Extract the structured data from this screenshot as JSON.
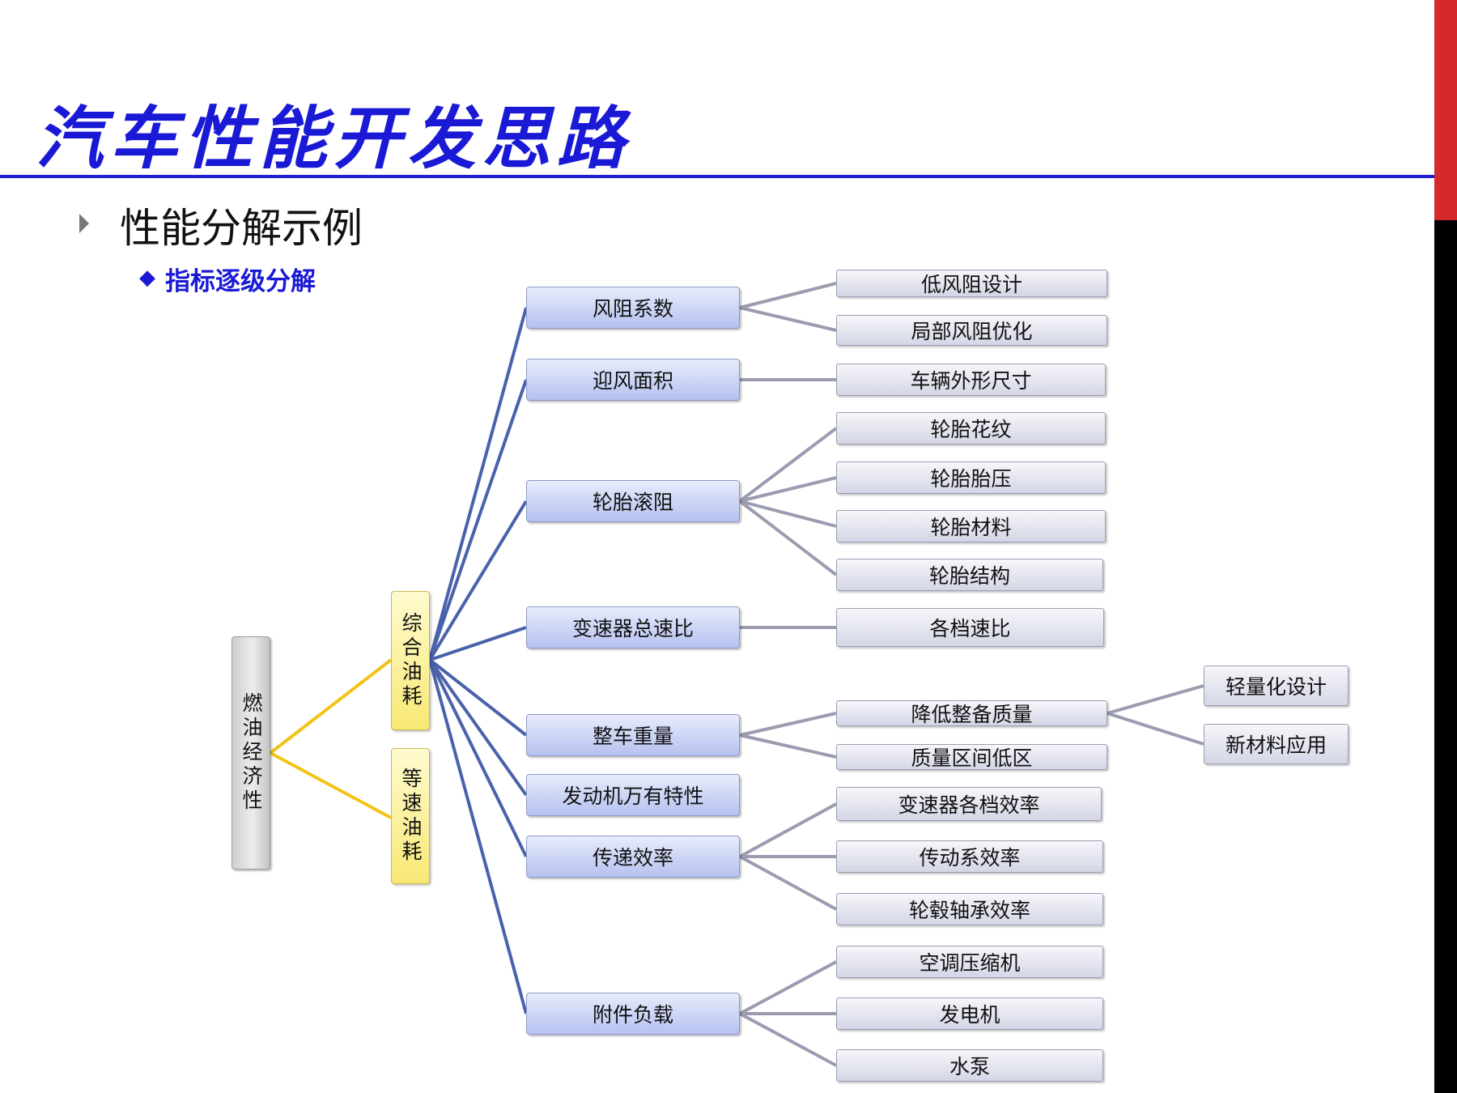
{
  "slide": {
    "title": "汽车性能开发思路",
    "bullet": "性能分解示例",
    "subbullet_marker": "◆",
    "subbullet": "指标逐级分解"
  },
  "colors": {
    "title": "#1a1ad6",
    "rule": "#1f1fd0",
    "link_root": "#f2c318",
    "link_level2": "#4a62aa",
    "link_level3": "#9a9cb0"
  },
  "tree": {
    "root": "燃油经济性",
    "level1": [
      "综合油耗",
      "等速油耗"
    ],
    "level2": [
      "风阻系数",
      "迎风面积",
      "轮胎滚阻",
      "变速器总速比",
      "整车重量",
      "发动机万有特性",
      "传递效率",
      "附件负载"
    ],
    "level3": {
      "风阻系数": [
        "低风阻设计",
        "局部风阻优化"
      ],
      "迎风面积": [
        "车辆外形尺寸"
      ],
      "轮胎滚阻": [
        "轮胎花纹",
        "轮胎胎压",
        "轮胎材料",
        "轮胎结构"
      ],
      "变速器总速比": [
        "各档速比"
      ],
      "整车重量": [
        "降低整备质量",
        "质量区间低区"
      ],
      "传递效率": [
        "变速器各档效率",
        "传动系效率",
        "轮毂轴承效率"
      ],
      "附件负载": [
        "空调压缩机",
        "发电机",
        "水泵"
      ]
    },
    "level4": {
      "降低整备质量": [
        "轻量化设计",
        "新材料应用"
      ]
    }
  }
}
